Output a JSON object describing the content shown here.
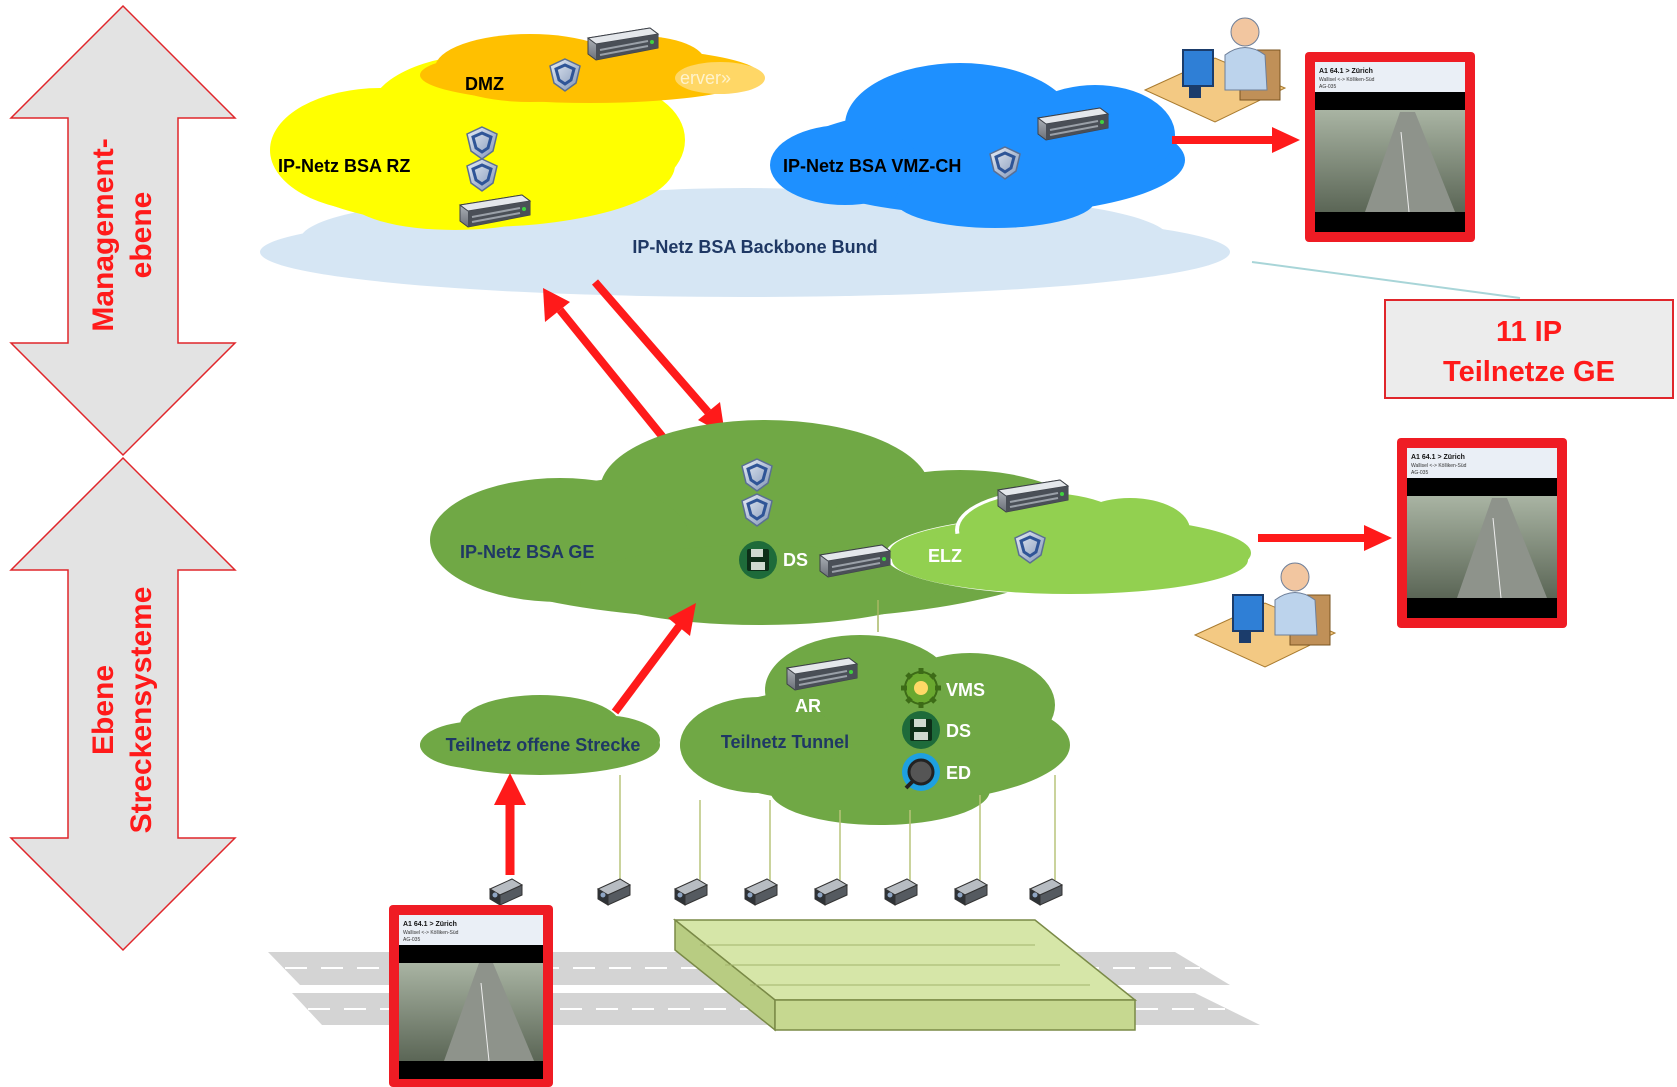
{
  "levels": {
    "management_line1": "Management-",
    "management_line2": "ebene",
    "track_line1": "Ebene",
    "track_line2": "Streckensysteme"
  },
  "clouds": {
    "dmz": "DMZ",
    "dmz_partial": "erver»",
    "rz": "IP-Netz BSA RZ",
    "vmz": "IP-Netz BSA VMZ-CH",
    "backbone": "IP-Netz BSA Backbone Bund",
    "ge": "IP-Netz BSA GE",
    "elz": "ELZ",
    "open_track": "Teilnetz offene Strecke",
    "tunnel": "Teilnetz Tunnel"
  },
  "services": {
    "ds_ge": "DS",
    "ar": "AR",
    "vms": "VMS",
    "ds_tunnel": "DS",
    "ed": "ED"
  },
  "callout": {
    "line1": "11 IP",
    "line2": "Teilnetze GE"
  },
  "camera_view": {
    "title": "A1 64.1 > Zürich",
    "subtitle": "Wallisel <-> Kölliken-Süd",
    "code": "AG-035"
  },
  "colors": {
    "arrow": "#ff1a1a",
    "yellow_cloud": "#ffff00",
    "orange_cloud": "#ffc000",
    "blue_cloud": "#1e90ff",
    "backbone_cloud": "#d6e6f4",
    "green_cloud": "#70a845",
    "light_green_cloud": "#92d050",
    "level_arrow": "#e3e3e3"
  },
  "icons": [
    "server-icon",
    "firewall-shield-icon",
    "floppy-disk-icon",
    "gear-icon",
    "magnifier-icon",
    "camera-icon",
    "operator-workstation-icon",
    "camera-monitor-icon"
  ]
}
